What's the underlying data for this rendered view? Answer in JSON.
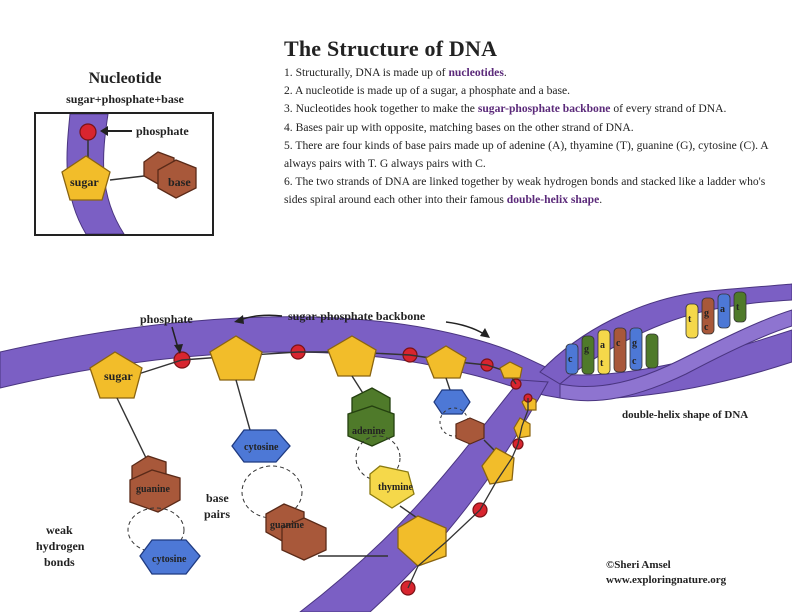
{
  "title": "The Structure of DNA",
  "facts": [
    {
      "pre": "1. Structurally, DNA is made up of ",
      "kw": "nucleotides",
      "post": "."
    },
    {
      "pre": "2. A nucleotide is made up of a sugar, a phosphate and a base.",
      "kw": "",
      "post": ""
    },
    {
      "pre": "3. Nucleotides hook together to make the ",
      "kw": "sugar-phosphate backbone",
      "post": " of every strand of DNA."
    },
    {
      "pre": "4. Bases pair up with opposite, matching bases on the other strand of DNA.",
      "kw": "",
      "post": ""
    },
    {
      "pre": "5. There are four kinds of base pairs made up of adenine (A), thyamine (T), guanine (G), cytosine (C). A always pairs with T. G always pairs with C.",
      "kw": "",
      "post": ""
    },
    {
      "pre": "6. The two strands of DNA are linked together by weak hydrogen bonds and stacked like a ladder who's sides spiral around each other into their famous ",
      "kw": "double-helix shape",
      "post": "."
    }
  ],
  "nucleotide": {
    "title": "Nucleotide",
    "subtitle": "sugar+phosphate+base",
    "phosphate": "phosphate",
    "sugar": "sugar",
    "base": "base"
  },
  "diagram": {
    "phosphate": "phosphate",
    "backbone": "sugar-phosphate backbone",
    "sugar": "sugar",
    "guanine": "guanine",
    "cytosine": "cytosine",
    "adenine": "adenine",
    "thymine": "thymine",
    "base_pairs_1": "base",
    "base_pairs_2": "pairs",
    "weak_1": "weak",
    "weak_2": "hydrogen",
    "weak_3": "bonds",
    "double_helix": "double-helix shape of DNA",
    "helix_letters": [
      "c",
      "g",
      "a",
      "c",
      "g",
      "t",
      "c",
      "t",
      "g",
      "a",
      "c",
      "t"
    ]
  },
  "colors": {
    "backbone": "#7b5fc4",
    "sugar": "#f2bd2a",
    "phosphate": "#d8252f",
    "guanine": "#a8583a",
    "cytosine": "#4d78d6",
    "adenine": "#4f7a2a",
    "thymine": "#f5d84a",
    "keyword": "#5b2a7a"
  },
  "credit": {
    "line1": "©Sheri Amsel",
    "line2": "www.exploringnature.org"
  }
}
